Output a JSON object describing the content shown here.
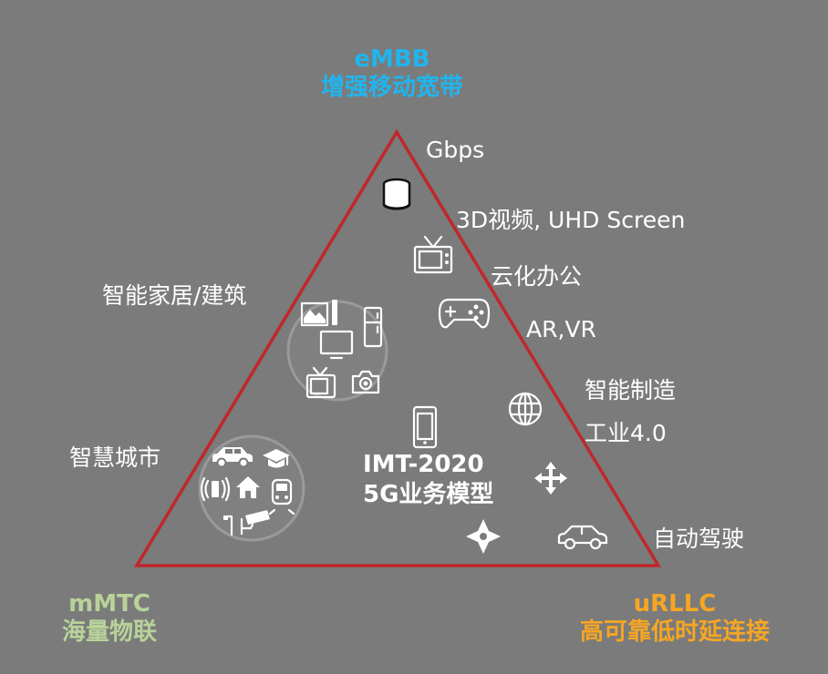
{
  "corners": {
    "embb": {
      "code": "eMBB",
      "name": "增强移动宽带",
      "color": "#20b5ee"
    },
    "mmtc": {
      "code": "mMTC",
      "name": "海量物联",
      "color": "#b8d39a"
    },
    "urllc": {
      "code": "uRLLC",
      "name": "高可靠低时延连接",
      "color": "#f6a623"
    }
  },
  "center": {
    "line1": "IMT-2020",
    "line2": "5G业务模型"
  },
  "embb_side": {
    "gbps": "Gbps",
    "video": "3D视频, UHD Screen",
    "office": "云化办公",
    "arvr": "AR,VR"
  },
  "urllc_side": {
    "smart_mfg": "智能制造",
    "industry": "工业4.0",
    "autodrive": "自动驾驶"
  },
  "mmtc_side": {
    "smart_home": "智能家居/建筑",
    "smart_city": "智慧城市"
  },
  "colors": {
    "background": "#7b7b7b",
    "triangle": "#c0272d",
    "text": "#ffffff"
  },
  "icons": [
    "database-icon",
    "tv-icon",
    "gamepad-icon",
    "globe-icon",
    "phone-icon",
    "arrows-icon",
    "car-icon",
    "compass-icon",
    "picture-icon",
    "fridge-icon",
    "monitor-icon",
    "camera-icon",
    "graduation-cap-icon",
    "antenna-icon",
    "house-icon",
    "train-icon",
    "streetlight-icon",
    "cctv-icon"
  ]
}
